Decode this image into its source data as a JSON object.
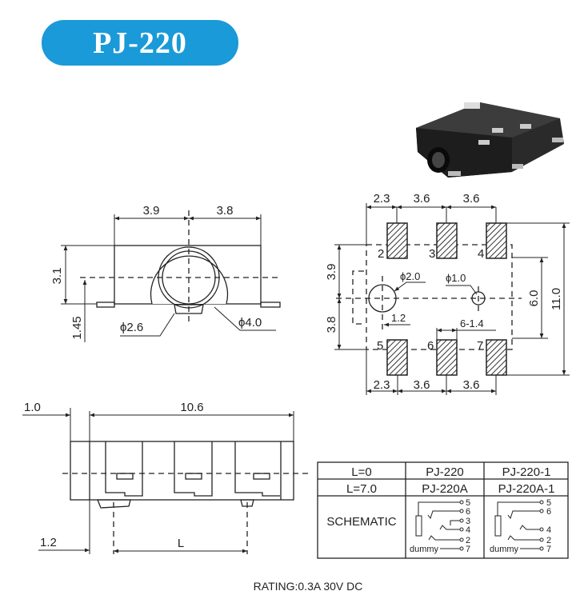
{
  "title": "PJ-220",
  "colors": {
    "title_bg": "#1a9ad8",
    "title_text": "#ffffff",
    "line": "#222222"
  },
  "front_view": {
    "dim_left": "3.9",
    "dim_right": "3.8",
    "dim_height": "3.1",
    "dim_center": "1.45",
    "dim_phi_small": "ϕ2.6",
    "dim_phi_large": "ϕ4.0"
  },
  "footprint": {
    "dim_top": [
      "2.3",
      "3.6",
      "3.6"
    ],
    "dim_bottom": [
      "2.3",
      "3.6",
      "3.6"
    ],
    "dim_left_top": "3.9",
    "dim_left_bottom": "3.8",
    "dim_inner": "6.0",
    "dim_outer": "11.0",
    "hole_large": "ϕ2.0",
    "hole_small": "ϕ1.0",
    "dim_offset": "1.2",
    "pad_width": "6-1.4",
    "pins_top": [
      "2",
      "3",
      "4"
    ],
    "pins_bottom": [
      "5",
      "6",
      "7"
    ]
  },
  "side_view": {
    "dim_front": "1.0",
    "dim_length": "10.6",
    "dim_pin_offset": "1.2",
    "dim_pin_spacing": "L"
  },
  "table": {
    "rows": [
      [
        "L=0",
        "PJ-220",
        "PJ-220-1"
      ],
      [
        "L=7.0",
        "PJ-220A",
        "PJ-220A-1"
      ]
    ],
    "schematic_label": "SCHEMATIC",
    "schematic_a": {
      "pins": [
        "5",
        "6",
        "3",
        "4",
        "2",
        "7"
      ],
      "dummy": "dummy"
    },
    "schematic_b": {
      "pins": [
        "5",
        "6",
        "4",
        "2",
        "7"
      ],
      "dummy": "dummy"
    }
  },
  "rating": "RATING:0.3A 30V DC"
}
